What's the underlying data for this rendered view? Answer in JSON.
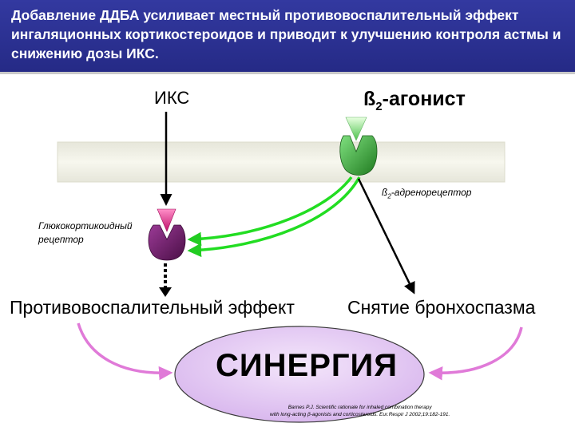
{
  "header": {
    "title": "Добавление ДДБА усиливает местный противовоспалительный эффект ингаляционных кортикостероидов и приводит к улучшению контроля астмы и снижению дозы ИКС."
  },
  "diagram": {
    "ics_label": "ИКС",
    "beta2_agonist_main": "ß",
    "beta2_agonist_sub": "2",
    "beta2_agonist_rest": "-агонист",
    "beta2_receptor_main": "ß",
    "beta2_receptor_sub": "2",
    "beta2_receptor_rest": "-адренорецептор",
    "gc_receptor_label": "Глюкокортикоидный рецептор",
    "anti_inflammatory_label": "Противовоспалительный эффект",
    "bronchospasm_relief_label": "Снятие бронхоспазма",
    "synergy_label": "СИНЕРГИЯ",
    "reference_line1": "Barnes P.J. Scientific rationale for inhaled combination therapy",
    "reference_line2": "with long-acting β-agonists and corticosteroids. Eur.Respir J 2002;19:182-191."
  },
  "colors": {
    "header_bg": "#2a2f8f",
    "membrane": "#f2f2e6",
    "agonist_green": "#3caf3c",
    "receptor_purple": "#6e1f6a",
    "ics_magenta": "#d2147d",
    "synergy_fill": "#e3c8f2",
    "curve_magenta": "#e07ad8"
  }
}
